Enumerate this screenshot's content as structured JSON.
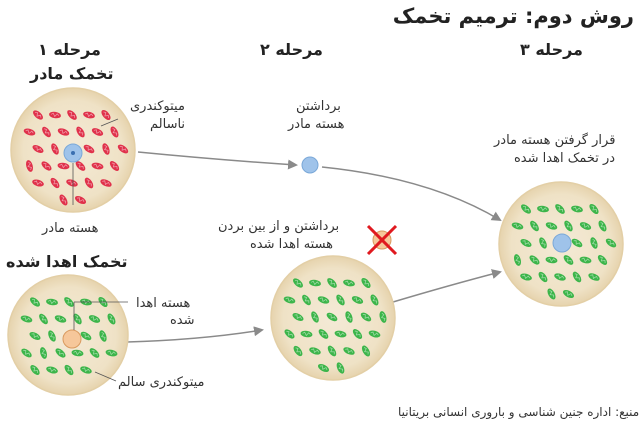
{
  "title": "روش دوم: ترمیم تخمک",
  "stages": {
    "s1": "مرحله ۱",
    "s2": "مرحله ۲",
    "s3": "مرحله ۳"
  },
  "labels": {
    "mother_egg": "تخمک مادر",
    "donor_egg": "تخمک اهدا شده",
    "faulty_mito_1": "میتوکندری",
    "faulty_mito_2": "ناسالم",
    "mother_nucleus": "هسته مادر",
    "remove_mother_1": "برداشتن",
    "remove_mother_2": "هسته مادر",
    "remove_donor_1": "برداشتن و از بین بردن",
    "remove_donor_2": "هسته اهدا شده",
    "donor_nucleus_1": "هسته اهدا",
    "donor_nucleus_2": "شده",
    "healthy_mito": "میتوکندری سالم",
    "place_1": "قرار گرفتن هسته مادر",
    "place_2": "در تخمک اهدا شده"
  },
  "source": "منبع: اداره جنین شناسی و باروری انسانی بریتانیا",
  "colors": {
    "cell_fill": "#efe3c9",
    "cell_edge": "#e4d2ae",
    "faulty_mito": "#e0314b",
    "healthy_mito": "#3cb54a",
    "nucleus": "#9fc3ea",
    "donor_nucleus": "#f6c79a",
    "arrow": "#8a8a8a",
    "cross": "#e0191f"
  }
}
